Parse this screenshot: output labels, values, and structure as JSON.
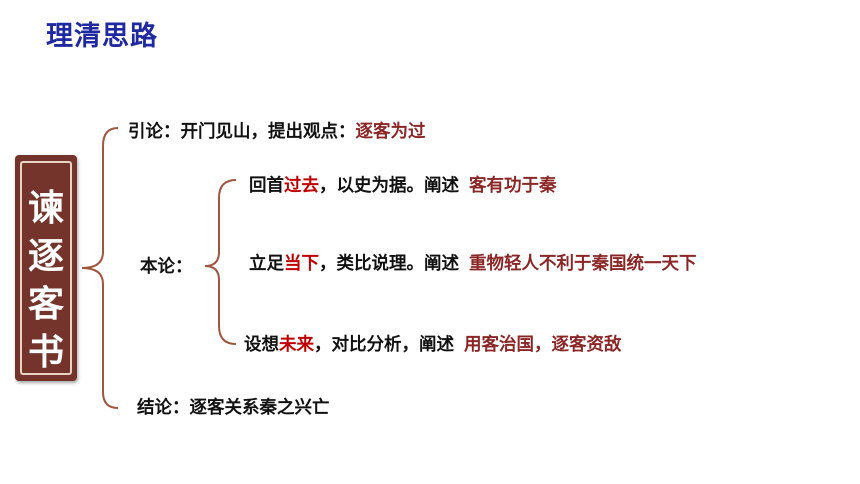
{
  "title": "理清思路",
  "plaque": {
    "chars": [
      "谏",
      "逐",
      "客",
      "书"
    ]
  },
  "intro": {
    "label": "引论：开门见山，提出观点：",
    "highlight": "逐客为过"
  },
  "body_label": "本论：",
  "points": [
    {
      "pre": "回首",
      "key": "过去",
      "mid": "，以史为据。阐述",
      "summary": "客有功于秦"
    },
    {
      "pre": "立足",
      "key": "当下",
      "mid": "，类比说理。阐述",
      "summary": "重物轻人不利于秦国统一天下"
    },
    {
      "pre": "设想",
      "key": "未来",
      "mid": "，对比分析，阐述",
      "summary": "用客治国，逐客资敌"
    }
  ],
  "conclusion": "结论：逐客关系秦之兴亡",
  "colors": {
    "title": "#1f2aa0",
    "keyword": "#c00000",
    "summary": "#8b2626",
    "plaque": "#74342b",
    "bracket": "#a0553f"
  }
}
